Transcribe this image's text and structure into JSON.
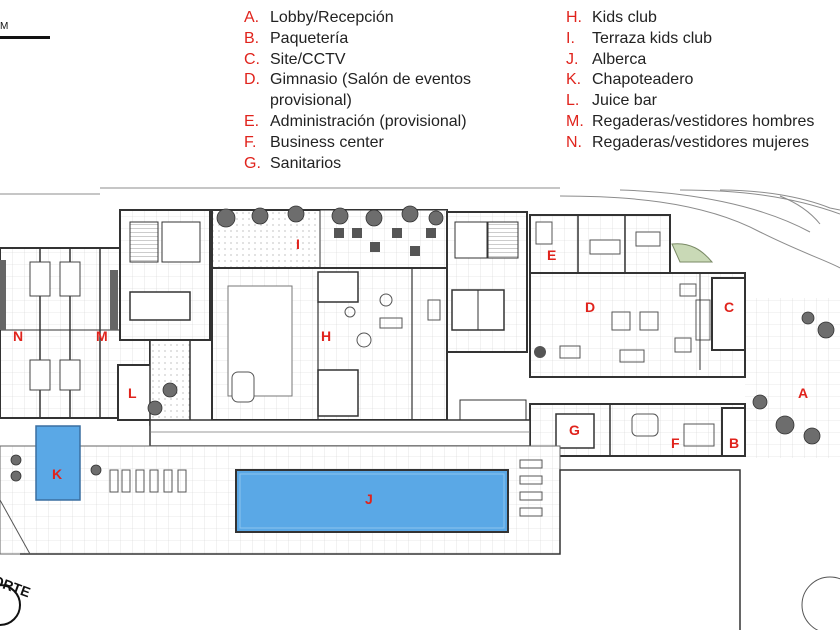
{
  "scale_bar": {
    "unit": "M"
  },
  "legend": [
    {
      "letter": "A.",
      "text": "Lobby/Recepción"
    },
    {
      "letter": "B.",
      "text": "Paquetería"
    },
    {
      "letter": "C.",
      "text": "Site/CCTV"
    },
    {
      "letter": "D.",
      "text": "Gimnasio (Salón de eventos\nprovisional)"
    },
    {
      "letter": "E.",
      "text": "Administración (provisional)"
    },
    {
      "letter": "F.",
      "text": "Business center"
    },
    {
      "letter": "G.",
      "text": "Sanitarios"
    },
    {
      "letter": "H.",
      "text": "Kids club"
    },
    {
      "letter": "I.",
      "text": "Terraza kids club"
    },
    {
      "letter": "J.",
      "text": "Alberca"
    },
    {
      "letter": "K.",
      "text": "Chapoteadero"
    },
    {
      "letter": "L.",
      "text": "Juice bar"
    },
    {
      "letter": "M.",
      "text": "Regaderas/vestidores hombres"
    },
    {
      "letter": "N.",
      "text": "Regaderas/vestidores mujeres"
    }
  ],
  "plan_labels": {
    "A": "A",
    "B": "B",
    "C": "C",
    "D": "D",
    "E": "E",
    "F": "F",
    "G": "G",
    "H": "H",
    "I": "I",
    "J": "J",
    "K": "K",
    "L": "L",
    "M": "M",
    "N": "N"
  },
  "north": {
    "text": "ORTE"
  },
  "colors": {
    "label_red": "#e0231c",
    "water": "#5aa8e6",
    "wall": "#333333"
  }
}
